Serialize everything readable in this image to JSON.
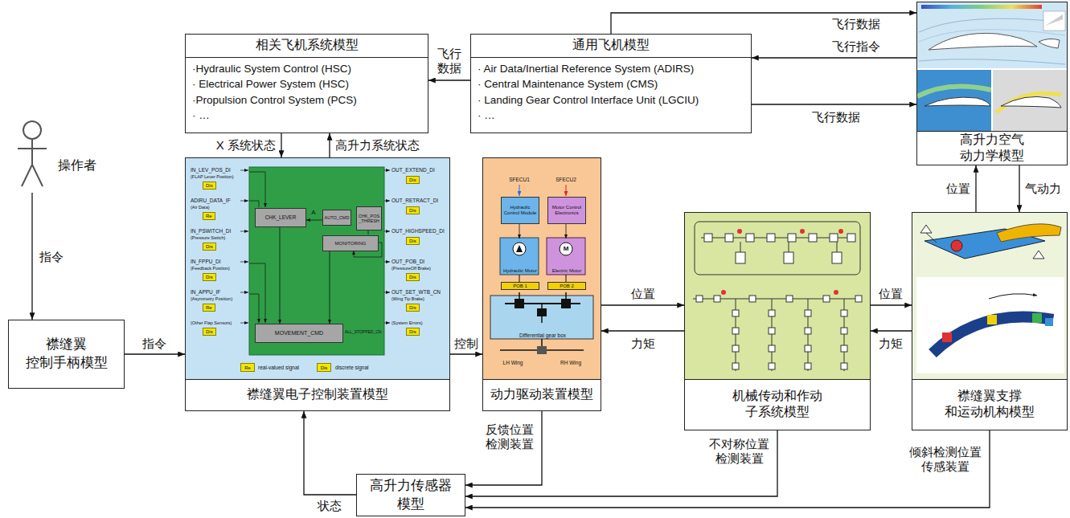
{
  "diagram": {
    "nodes": [
      {
        "text": [
          "相关飞机系统模型",
          "·Hydraulic System Control (HSC)",
          "· Electrical Power System (HSC)",
          "·Propulsion Control System (PCS)",
          "· …"
        ]
      },
      {
        "text": [
          "通用飞机模型",
          "· Air Data/Inertial Reference System (ADIRS)",
          "· Central Maintenance System (CMS)",
          "· Landing Gear Control Interface Unit (LGCIU)",
          "· …"
        ]
      },
      {
        "text": [
          "高升力空气 动力学模型"
        ]
      },
      {
        "text": [
          "操作者"
        ]
      },
      {
        "text": [
          "襟缝翼 控制手柄模型"
        ]
      },
      {
        "text": [
          "襟缝翼电子控制装置模型"
        ]
      },
      {
        "text": [
          "CHK_LEVER"
        ],
        "in": 5
      },
      {
        "text": [
          "AUTO_CMD"
        ],
        "in": 5
      },
      {
        "text": [
          "CHK_POS_THRESH"
        ],
        "in": 5
      },
      {
        "text": [
          "MONITORING"
        ],
        "in": 5
      },
      {
        "text": [
          "MOVEMENT_CMD"
        ],
        "in": 5
      },
      {
        "text": [
          "动力驱动装置模型"
        ]
      },
      {
        "text": [
          "Hydraulic Control Module"
        ],
        "in": 11
      },
      {
        "text": [
          "Motor Control Electronics"
        ],
        "in": 11
      },
      {
        "text": [
          "Hydraulic Motor"
        ],
        "in": 11
      },
      {
        "text": [
          "Electric Motor"
        ],
        "in": 11
      },
      {
        "text": [
          "POB 1"
        ],
        "in": 11
      },
      {
        "text": [
          "POB 2"
        ],
        "in": 11
      },
      {
        "text": [
          "Differential gear box"
        ],
        "in": 11
      },
      {
        "text": [
          "机械传动和作动 子系统模型"
        ]
      },
      {
        "text": [
          "襟缝翼支撑 和运动机构模型"
        ]
      },
      {
        "text": [
          "高升力传感器 模型"
        ]
      }
    ],
    "edges": [
      {
        "from": 1,
        "to": 0,
        "arrow": "to",
        "label": "飞行 数据"
      },
      {
        "from": 1,
        "to": 2,
        "arrow": "to",
        "label": "飞行数据"
      },
      {
        "from": 2,
        "to": 1,
        "arrow": "to",
        "label": "飞行指令"
      },
      {
        "from": 1,
        "to": 2,
        "arrow": "to",
        "label": "飞行数据"
      },
      {
        "from": 0,
        "to": 5,
        "arrow": "to",
        "label": "X 系统状态"
      },
      {
        "from": 5,
        "to": 0,
        "arrow": "to",
        "label": "高升力系统状态"
      },
      {
        "from": 3,
        "to": 4,
        "arrow": "to",
        "label": "指令"
      },
      {
        "from": 4,
        "to": 5,
        "arrow": "to",
        "label": "指令"
      },
      {
        "from": 5,
        "to": 11,
        "arrow": "to",
        "label": "控制"
      },
      {
        "from": 11,
        "to": 19,
        "arrow": "to",
        "label": "位置"
      },
      {
        "from": 19,
        "to": 11,
        "arrow": "to",
        "label": "力矩"
      },
      {
        "from": 19,
        "to": 20,
        "arrow": "to",
        "label": "位置"
      },
      {
        "from": 20,
        "to": 19,
        "arrow": "to",
        "label": "力矩"
      },
      {
        "from": 20,
        "to": 2,
        "arrow": "to",
        "label": "位置"
      },
      {
        "from": 2,
        "to": 20,
        "arrow": "to",
        "label": "气动力"
      },
      {
        "from": 11,
        "to": 21,
        "arrow": "to",
        "label": "反馈位置 检测装置"
      },
      {
        "from": 19,
        "to": 21,
        "arrow": "to",
        "label": "不对称位置 检测装置"
      },
      {
        "from": 20,
        "to": 21,
        "arrow": "to",
        "label": "倾斜检测位置 传感装置"
      },
      {
        "from": 21,
        "to": 5,
        "arrow": "to",
        "label": "状态"
      },
      {
        "from": 7,
        "to": 6,
        "arrow": "to",
        "label": "A"
      },
      {
        "from": 6,
        "to": 10,
        "arrow": "to"
      },
      {
        "from": 9,
        "to": 10,
        "arrow": "to"
      },
      {
        "from": 12,
        "to": 14,
        "arrow": "to"
      },
      {
        "from": 13,
        "to": 15,
        "arrow": "to"
      }
    ],
    "labels": [
      "IN_LEV_POS_DI",
      "(FLAP Lever Position)",
      "Dis",
      "ADIRU_DATA_IF",
      "(Air Data)",
      "Re",
      "IN_PSWITCH_DI",
      "(Pressure Switch)",
      "Dis",
      "IN_FPPU_DI",
      "(Feedback Position)",
      "Dis",
      "IN_APPU_IF",
      "(Asymmetry Position)",
      "Re",
      "(Other Flap Sensors)",
      "Dis",
      "OUT_EXTEND_DI",
      "Dis",
      "OUT_RETRACT_DI",
      "Dis",
      "OUT_HIGHSPEED_DI",
      "Dis",
      "OUT_POB_DI",
      "(PressureOff Brake)",
      "Dis",
      "OUT_SET_WTB_CN",
      "(Wing Tip Brake)",
      "Dis",
      "(System Errors)",
      "Dis",
      "ALL_STOPPED_CN",
      "Re",
      "Dis",
      "SFECU1",
      "SFECU2",
      "M",
      "LH Wing",
      "RH Wing"
    ],
    "legend": [
      {
        "text": "real-valued signal",
        "color": "#f2e600"
      },
      {
        "text": "discrete signal",
        "color": "#f2e600"
      }
    ]
  }
}
